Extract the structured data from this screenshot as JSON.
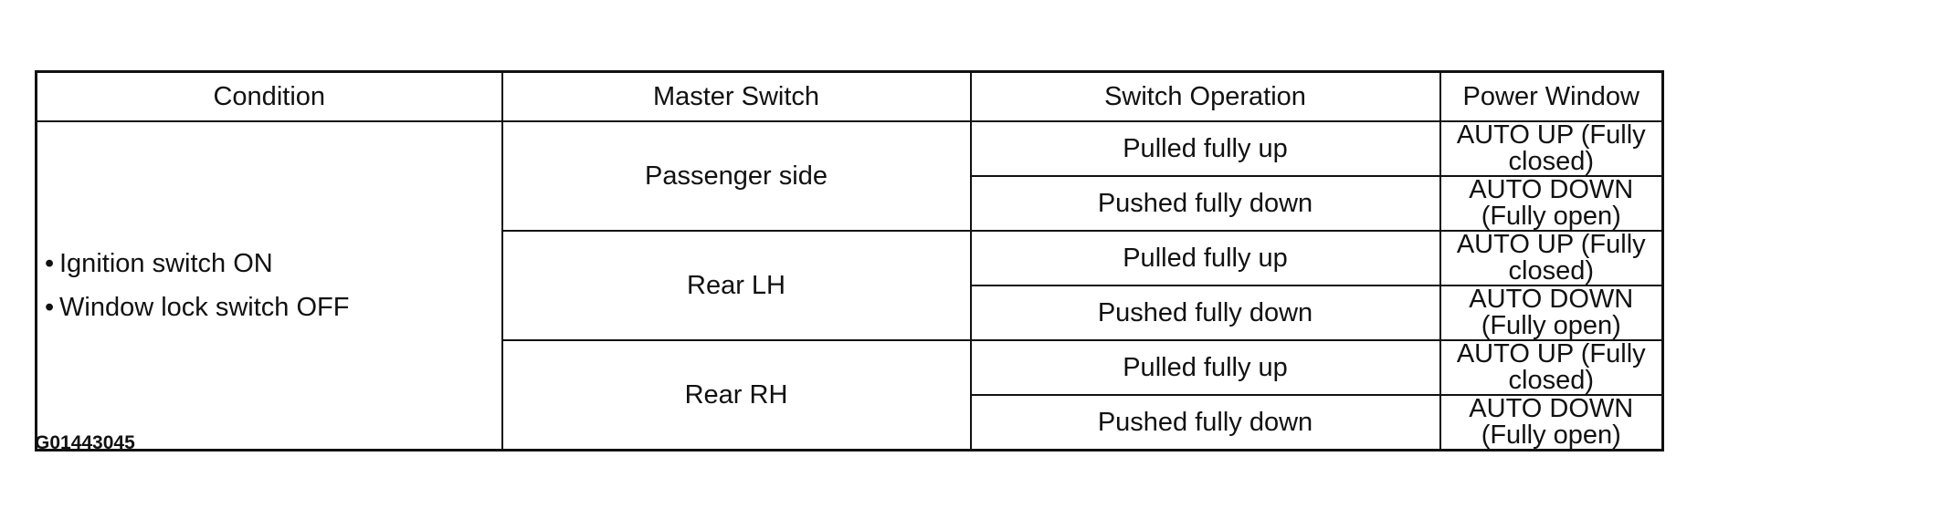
{
  "table": {
    "headers": [
      "Condition",
      "Master Switch",
      "Switch Operation",
      "Power Window"
    ],
    "condition": {
      "bullet": "•",
      "lines": [
        "Ignition switch ON",
        "Window lock switch OFF"
      ]
    },
    "groups": [
      {
        "master_switch": "Passenger side",
        "rows": [
          {
            "operation": "Pulled fully up",
            "result": "AUTO UP (Fully closed)"
          },
          {
            "operation": "Pushed fully down",
            "result": "AUTO DOWN (Fully open)"
          }
        ]
      },
      {
        "master_switch": "Rear LH",
        "rows": [
          {
            "operation": "Pulled fully up",
            "result": "AUTO UP (Fully closed)"
          },
          {
            "operation": "Pushed fully down",
            "result": "AUTO DOWN (Fully open)"
          }
        ]
      },
      {
        "master_switch": "Rear RH",
        "rows": [
          {
            "operation": "Pulled fully up",
            "result": "AUTO UP (Fully closed)"
          },
          {
            "operation": "Pushed fully down",
            "result": "AUTO DOWN (Fully open)"
          }
        ]
      }
    ]
  },
  "figure_code": "G01443045"
}
